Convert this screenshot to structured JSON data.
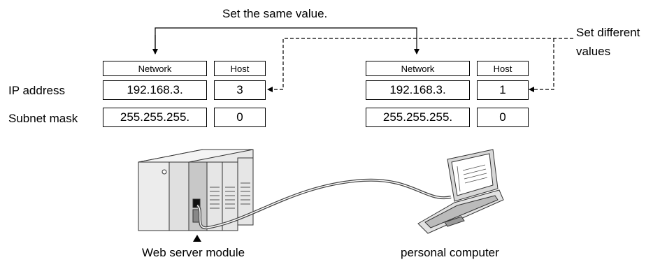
{
  "top_note": "Set the same value.",
  "side_note": {
    "line1": "Set different",
    "line2": "values"
  },
  "row_labels": {
    "ip": "IP address",
    "subnet": "Subnet mask"
  },
  "left_table": {
    "network_header": "Network",
    "host_header": "Host",
    "ip_network": "192.168.3.",
    "ip_host": "3",
    "mask_network": "255.255.255.",
    "mask_host": "0"
  },
  "right_table": {
    "network_header": "Network",
    "host_header": "Host",
    "ip_network": "192.168.3.",
    "ip_host": "1",
    "mask_network": "255.255.255.",
    "mask_host": "0"
  },
  "captions": {
    "module": "Web server module",
    "pc": "personal computer"
  }
}
